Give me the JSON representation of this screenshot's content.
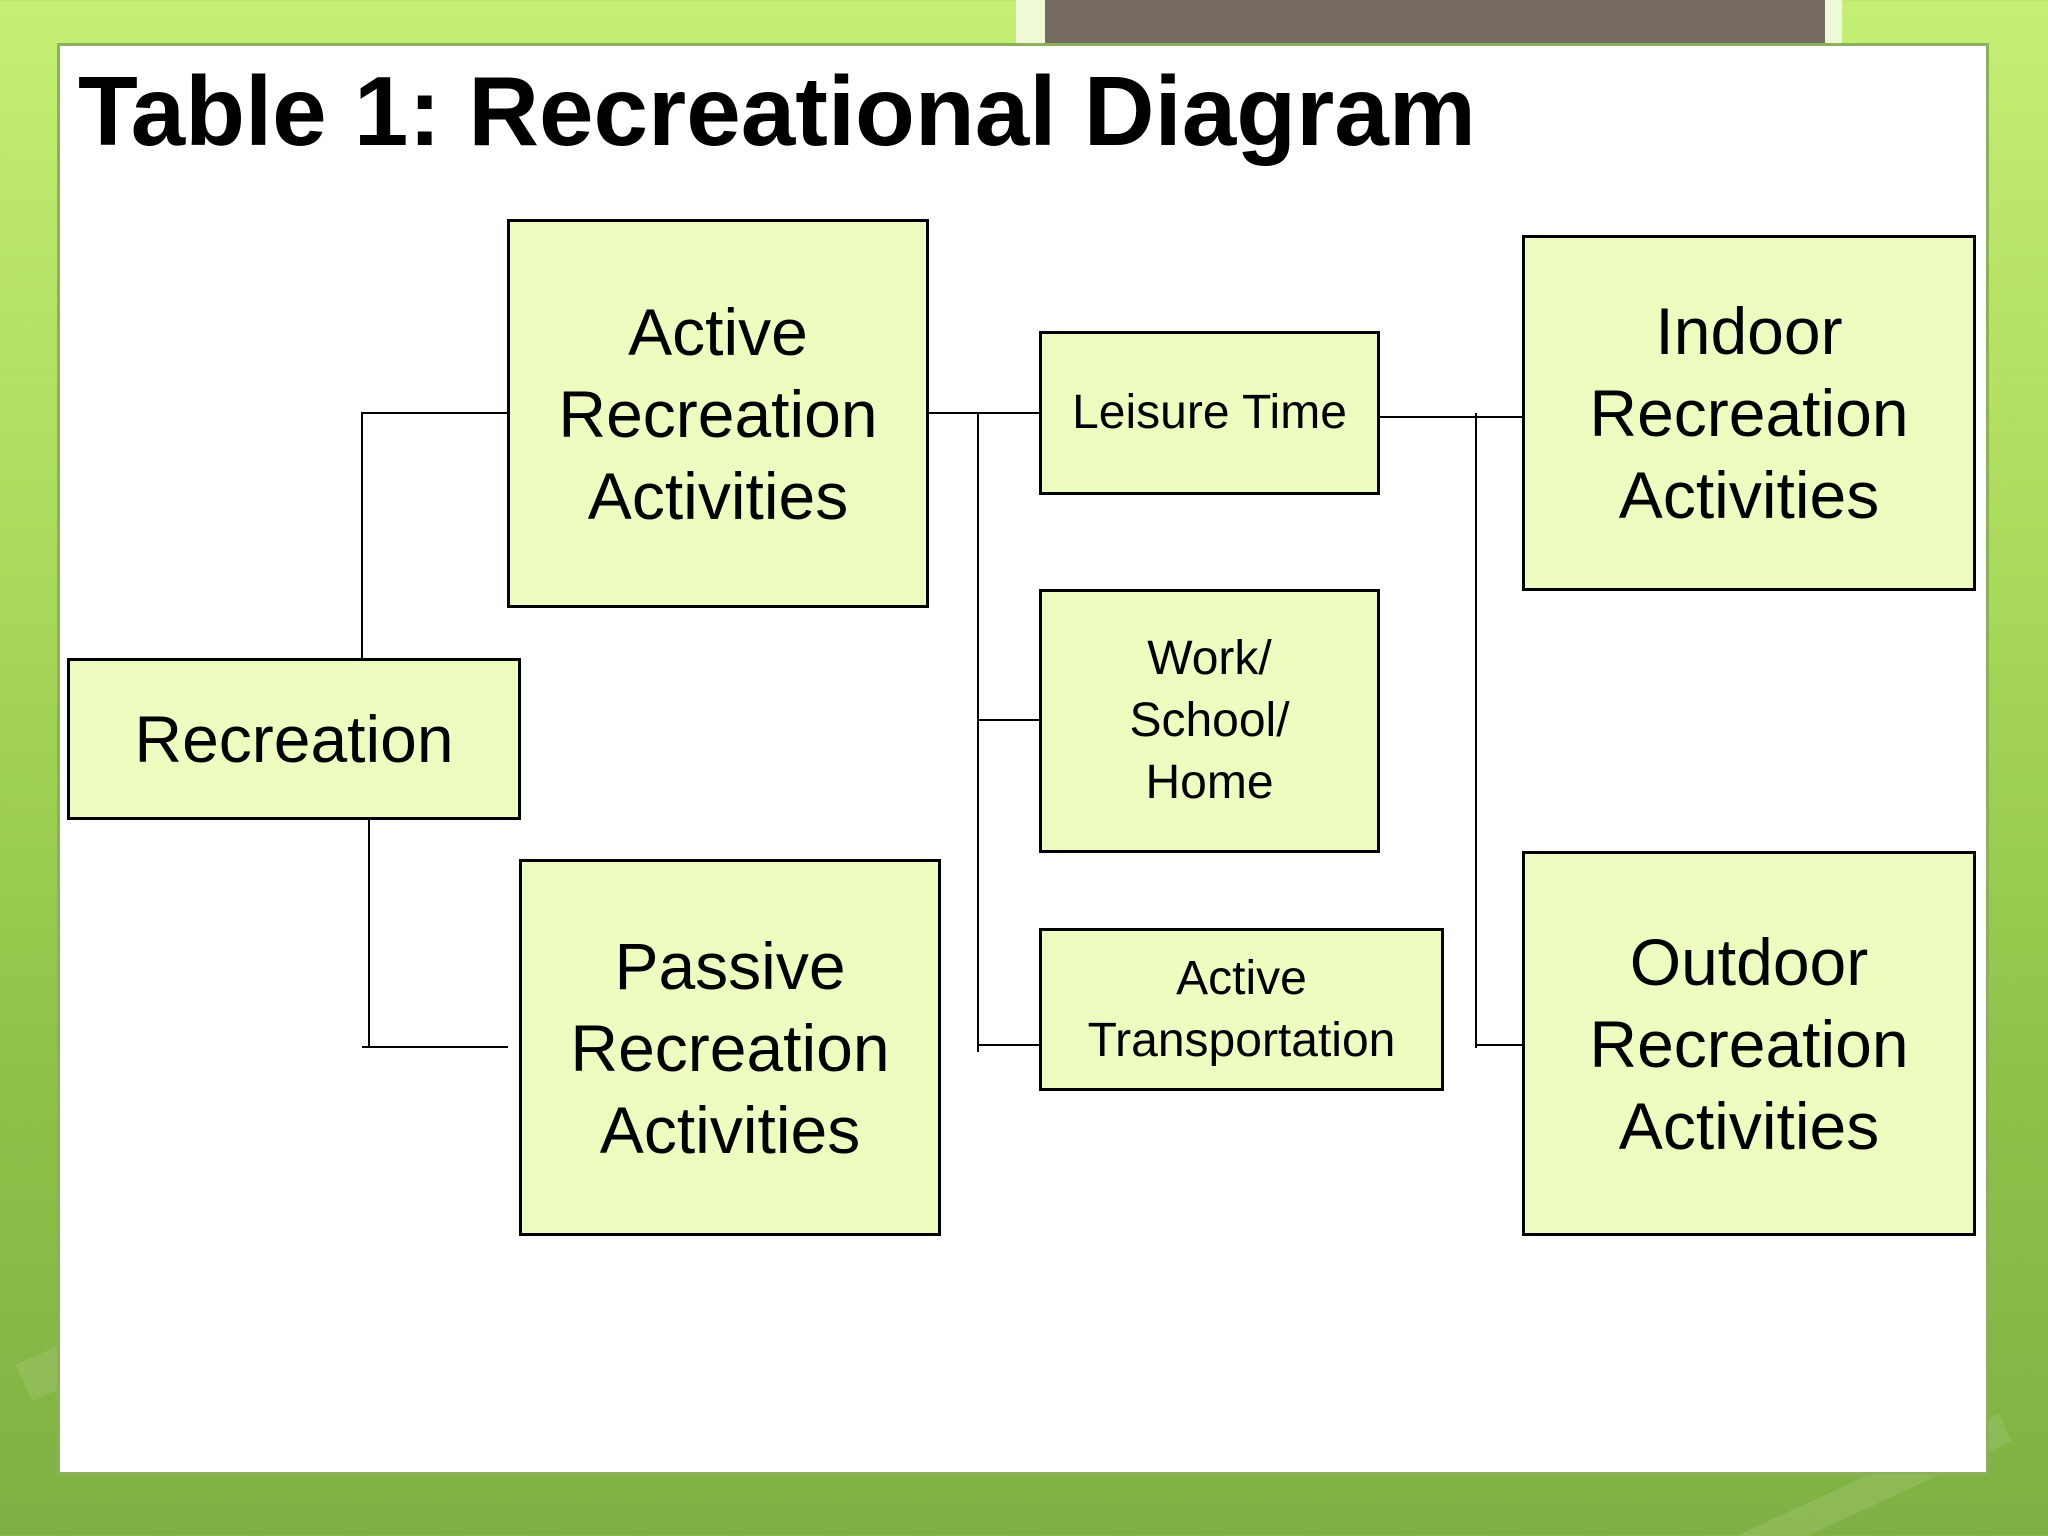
{
  "slide": {
    "title": "Table 1: Recreational Diagram"
  },
  "colors": {
    "background_green": "#a9d95a",
    "node_fill": "#edfcbf",
    "node_border": "#000000",
    "slide_border": "#8db15a",
    "top_bar": "#756a5f"
  },
  "diagram": {
    "nodes": {
      "recreation": "Recreation",
      "active_recreation": "Active\nRecreation\nActivities",
      "passive_recreation": "Passive\nRecreation\nActivities",
      "leisure_time": "Leisure Time",
      "work_school_home": "Work/\nSchool/\nHome",
      "active_transportation": "Active\nTransportation",
      "indoor_recreation": "Indoor\nRecreation\nActivities",
      "outdoor_recreation": "Outdoor\nRecreation\nActivities"
    }
  }
}
